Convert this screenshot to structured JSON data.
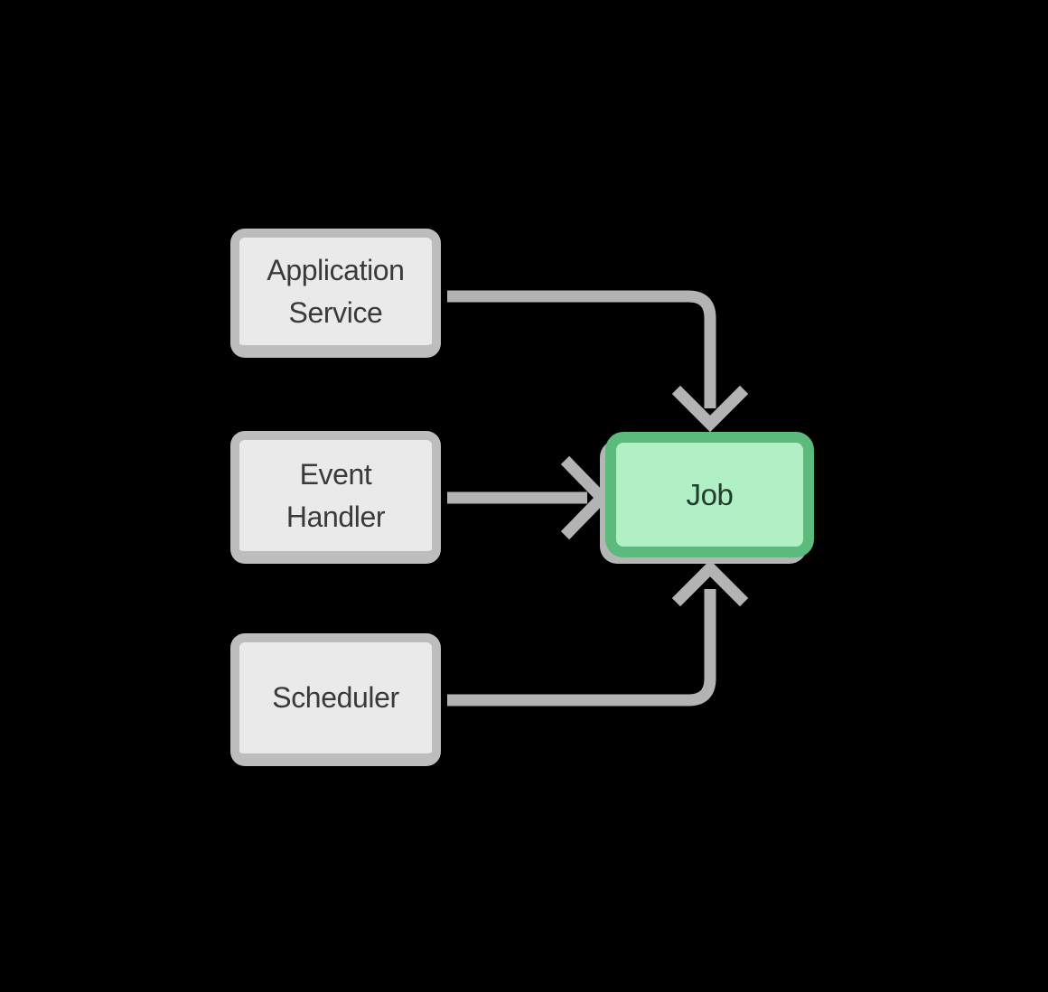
{
  "diagram": {
    "background_color": "#000000",
    "arrow_color": "#b3b3b3",
    "nodes": [
      {
        "id": "application-service",
        "lines": [
          "Application",
          "Service"
        ],
        "fill_color": "#eaeaea",
        "border_color": "#bdbdbd",
        "text_color": "#3a3a3a"
      },
      {
        "id": "event-handler",
        "lines": [
          "Event",
          "Handler"
        ],
        "fill_color": "#eaeaea",
        "border_color": "#bdbdbd",
        "text_color": "#3a3a3a"
      },
      {
        "id": "scheduler",
        "lines": [
          "Scheduler"
        ],
        "fill_color": "#eaeaea",
        "border_color": "#bdbdbd",
        "text_color": "#3a3a3a"
      },
      {
        "id": "job",
        "lines": [
          "Job"
        ],
        "fill_color": "#b1f0c5",
        "border_color": "#5cba7d",
        "text_color": "#223c2d"
      }
    ],
    "edges": [
      {
        "from": "application-service",
        "to": "job",
        "route": "right-then-down"
      },
      {
        "from": "event-handler",
        "to": "job",
        "route": "right"
      },
      {
        "from": "scheduler",
        "to": "job",
        "route": "right-then-up"
      }
    ]
  }
}
